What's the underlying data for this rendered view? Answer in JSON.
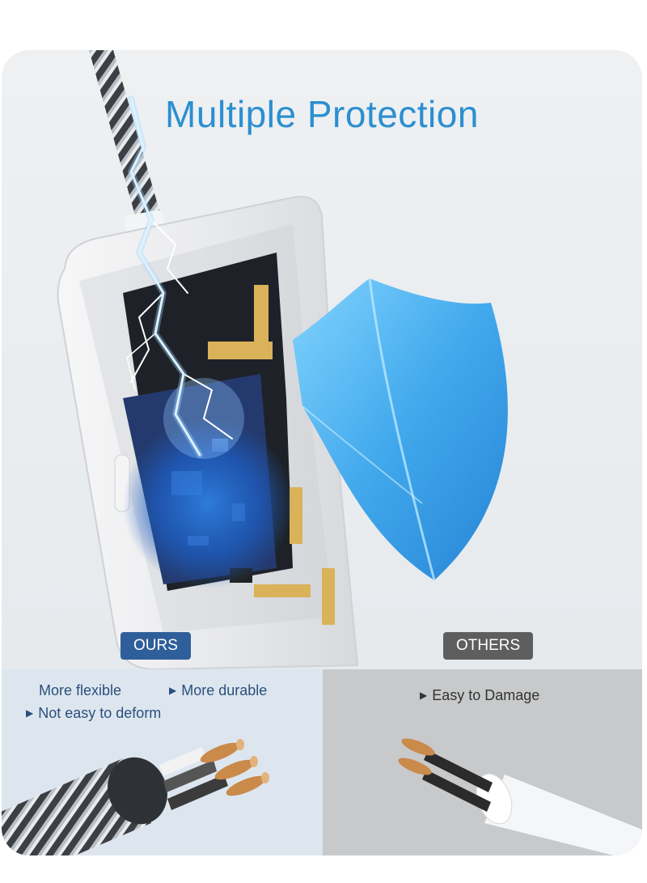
{
  "header": {
    "title": "Multiple Protection"
  },
  "labels": {
    "ours": "OURS",
    "others": "OTHERS"
  },
  "ours_features": {
    "more_flexible": "More flexible",
    "more_durable": "More durable",
    "not_easy_to_deform": "Not easy to deform"
  },
  "others_features": {
    "easy_to_damage": "Easy to Damage"
  },
  "colors": {
    "title": "#2b8fd0",
    "ours_badge": "#2e5f9a",
    "others_badge": "#5e5e5e",
    "shield": "#3aa6ec",
    "ours_bg": "#dde6ef",
    "others_bg": "#c8c9ca",
    "copper": "#c98a4a"
  },
  "icons": {
    "bullet": "triangle-right-icon",
    "shield": "shield-icon",
    "lightning": "lightning-icon"
  }
}
